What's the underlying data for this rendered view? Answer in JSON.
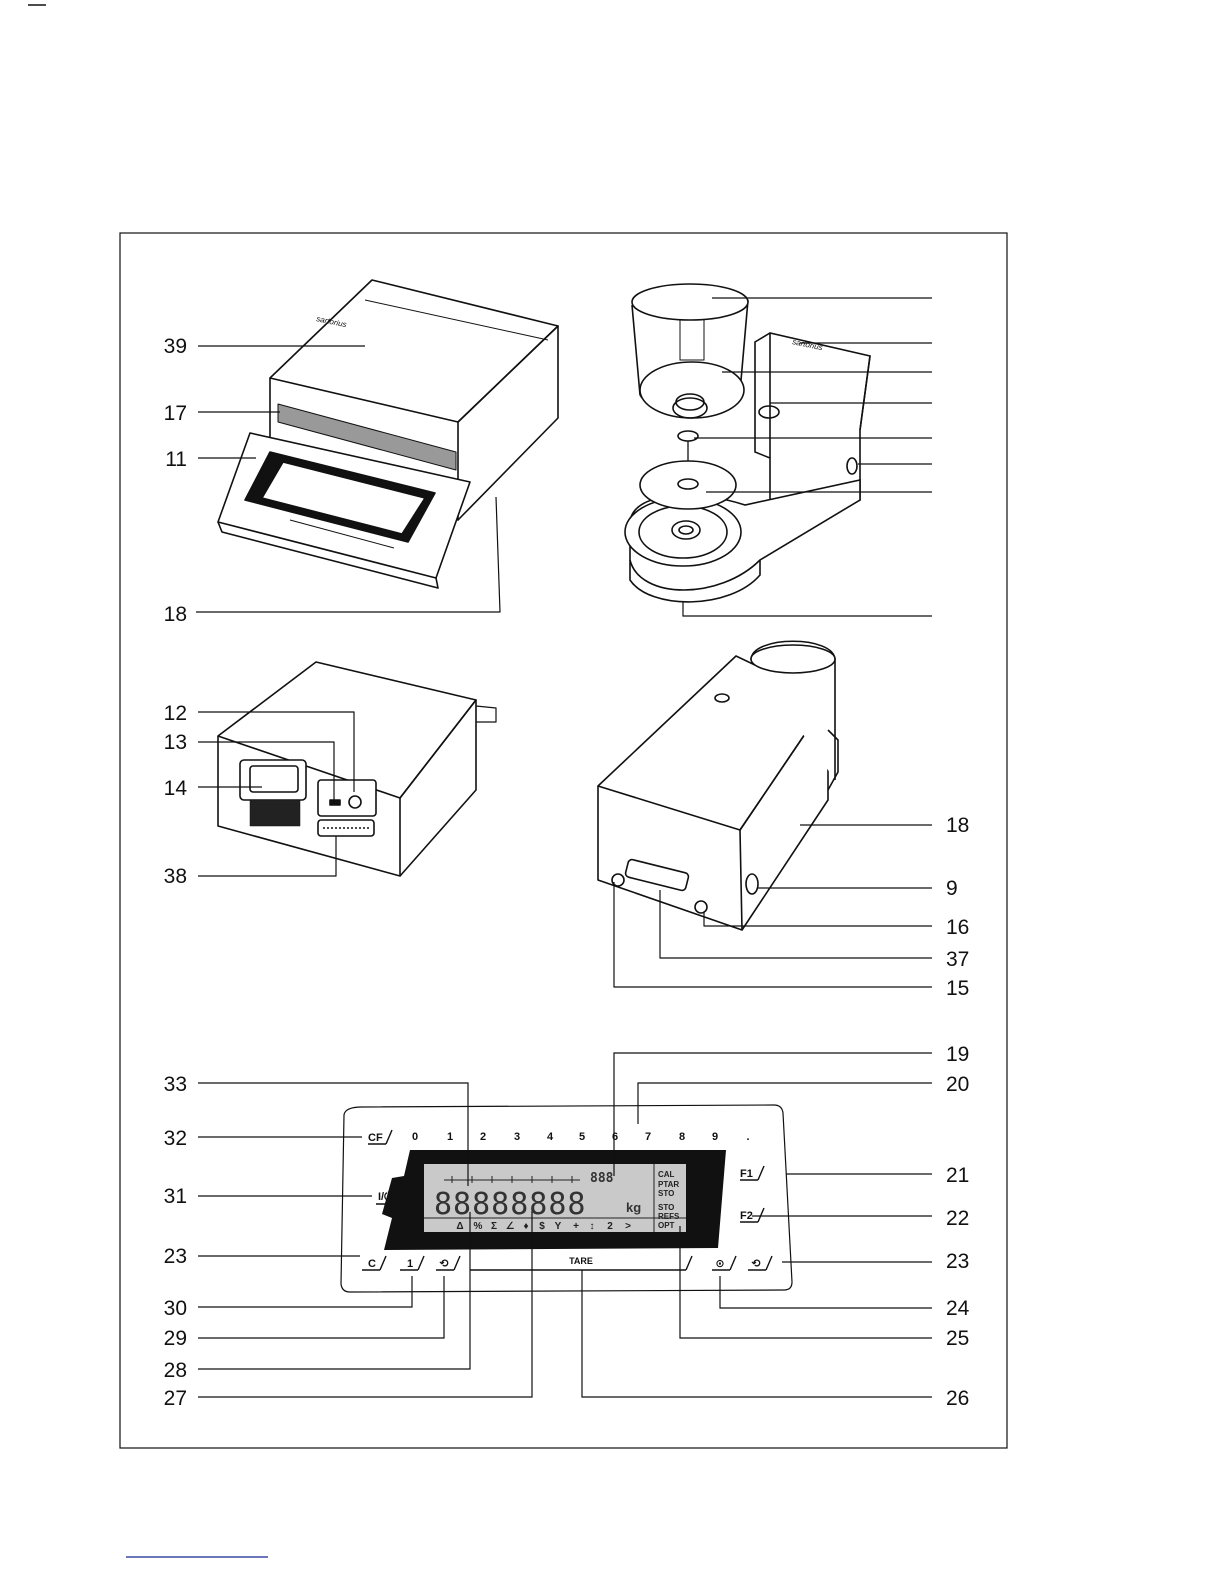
{
  "figure": {
    "callouts_left": [
      {
        "id": "39",
        "label": "39"
      },
      {
        "id": "17",
        "label": "17"
      },
      {
        "id": "11",
        "label": "11"
      },
      {
        "id": "18a",
        "label": "18"
      },
      {
        "id": "12",
        "label": "12"
      },
      {
        "id": "13",
        "label": "13"
      },
      {
        "id": "14",
        "label": "14"
      },
      {
        "id": "38",
        "label": "38"
      },
      {
        "id": "33",
        "label": "33"
      },
      {
        "id": "32",
        "label": "32"
      },
      {
        "id": "31",
        "label": "31"
      },
      {
        "id": "23a",
        "label": "23"
      },
      {
        "id": "30",
        "label": "30"
      },
      {
        "id": "29",
        "label": "29"
      },
      {
        "id": "28",
        "label": "28"
      },
      {
        "id": "27",
        "label": "27"
      }
    ],
    "callouts_right": [
      {
        "id": "18b",
        "label": "18"
      },
      {
        "id": "9",
        "label": "9"
      },
      {
        "id": "16",
        "label": "16"
      },
      {
        "id": "37",
        "label": "37"
      },
      {
        "id": "15",
        "label": "15"
      },
      {
        "id": "19",
        "label": "19"
      },
      {
        "id": "20",
        "label": "20"
      },
      {
        "id": "21",
        "label": "21"
      },
      {
        "id": "22",
        "label": "22"
      },
      {
        "id": "23b",
        "label": "23"
      },
      {
        "id": "24",
        "label": "24"
      },
      {
        "id": "25",
        "label": "25"
      },
      {
        "id": "26",
        "label": "26"
      }
    ],
    "keypad": {
      "cf_key": "CF",
      "digits": [
        "0",
        "1",
        "2",
        "3",
        "4",
        "5",
        "6",
        "7",
        "8",
        "9",
        "."
      ],
      "power_key": "I/⏻",
      "f1_key": "F1",
      "f2_key": "F2",
      "tare_label": "TARE",
      "bottom_keys": [
        "C",
        "1",
        "⟲",
        "⊙",
        "⟲"
      ]
    },
    "display": {
      "main_digits": "88888888",
      "unit": "kg",
      "small_digits": "888",
      "status_right": [
        "CAL",
        "PTAR",
        "STO",
        "STO",
        "REFS",
        "OPT"
      ],
      "bottom_symbols": [
        "Δ",
        "%",
        "Σ",
        "∠",
        "♦",
        "$",
        "Y",
        "+",
        "↕",
        "2",
        ">"
      ]
    },
    "brand_mark": "sartorius",
    "colors": {
      "line": "#111111",
      "display_bg": "#111111",
      "lcd": "#cfcfcf"
    }
  }
}
